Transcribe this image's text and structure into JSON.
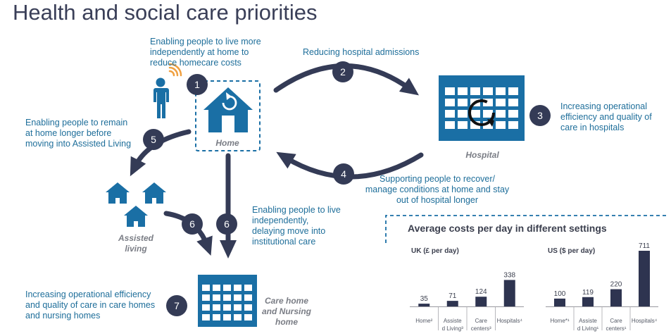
{
  "title": "Health and social care priorities",
  "badges": [
    "1",
    "2",
    "3",
    "4",
    "5",
    "6",
    "6",
    "7"
  ],
  "captions": {
    "c1": [
      "Enabling people to live more",
      "independently at home to",
      "reduce homecare costs"
    ],
    "c2": [
      "Reducing hospital admissions"
    ],
    "c3": [
      "Increasing operational",
      "efficiency and quality of",
      "care in hospitals"
    ],
    "c4": [
      "Supporting people to recover/",
      "manage conditions at home and stay",
      "out of hospital longer"
    ],
    "c5": [
      "Enabling people to remain",
      "at home longer before",
      "moving into Assisted Living"
    ],
    "c6": [
      "Enabling people to live",
      "independently,",
      "delaying move into",
      "institutional care"
    ],
    "c7": [
      "Increasing operational efficiency",
      "and quality of care in care homes",
      "and nursing homes"
    ]
  },
  "labels": {
    "home": "Home",
    "hospital": "Hospital",
    "assisted": [
      "Assisted",
      "living"
    ],
    "carehome": [
      "Care home",
      "and Nursing",
      "home"
    ]
  },
  "colors": {
    "blue": "#1a6fa5",
    "navy": "#343b56",
    "bar": "#2e3450",
    "wifi": "#f0a040"
  },
  "icons": [
    "person-icon",
    "wifi-signal-icon",
    "home-icon",
    "hospital-building-icon",
    "assisted-living-houses-icon",
    "care-home-building-icon"
  ],
  "chart_title": "Average costs per day in different settings",
  "chart_data": [
    {
      "type": "bar",
      "title": "UK (£ per day)",
      "categories": [
        [
          "Home²"
        ],
        [
          "Assiste",
          "d Living³"
        ],
        [
          "Care",
          "centers³"
        ],
        [
          "Hospitals⁴"
        ]
      ],
      "values": [
        35,
        71,
        124,
        338
      ],
      "ylim": [
        0,
        711
      ]
    },
    {
      "type": "bar",
      "title": "US ($ per day)",
      "categories": [
        [
          "Home*¹"
        ],
        [
          "Assiste",
          "d Living¹"
        ],
        [
          "Care",
          "centers¹"
        ],
        [
          "Hospitals⁴"
        ]
      ],
      "values": [
        100,
        119,
        220,
        711
      ],
      "ylim": [
        0,
        711
      ]
    }
  ]
}
